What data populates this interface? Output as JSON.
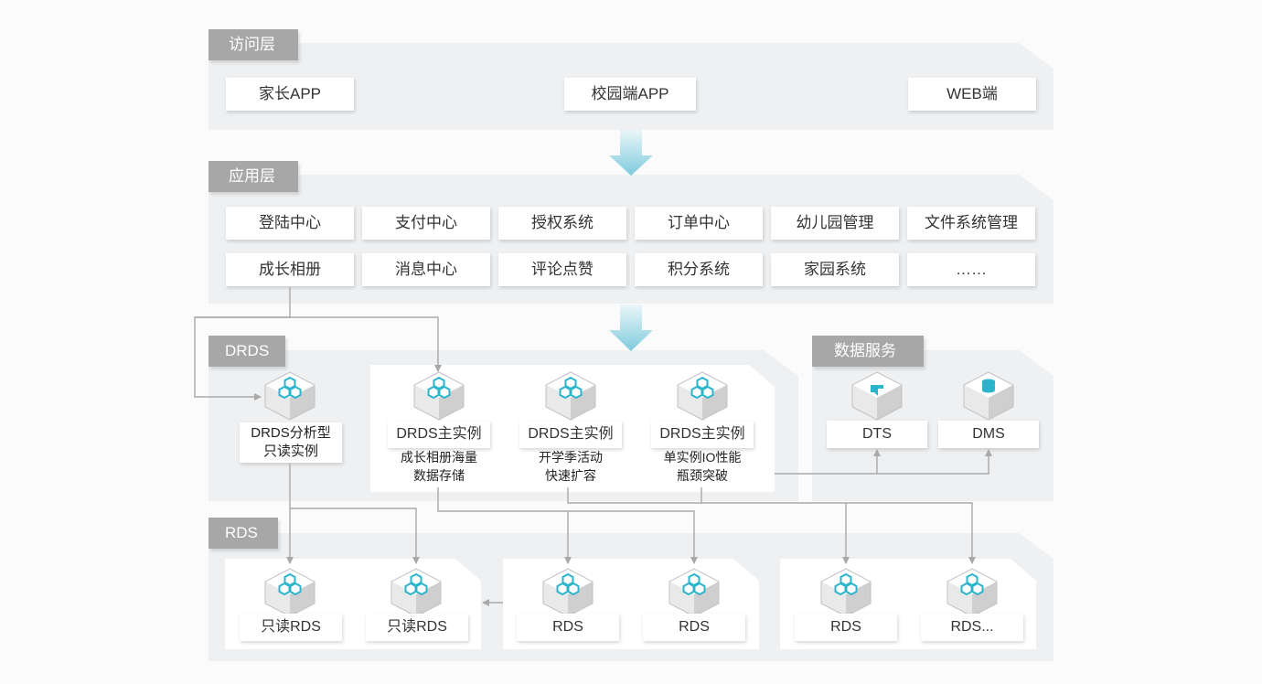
{
  "access_layer": {
    "title": "访问层",
    "items": [
      "家长APP",
      "校园端APP",
      "WEB端"
    ]
  },
  "app_layer": {
    "title": "应用层",
    "row1": [
      "登陆中心",
      "支付中心",
      "授权系统",
      "订单中心",
      "幼儿园管理",
      "文件系统管理"
    ],
    "row2": [
      "成长相册",
      "消息中心",
      "评论点赞",
      "积分系统",
      "家园系统",
      "……"
    ]
  },
  "drds_layer": {
    "title": "DRDS",
    "readonly_label": "DRDS分析型\n只读实例",
    "instances": [
      {
        "label": "DRDS主实例",
        "desc": "成长相册海量\n数据存储"
      },
      {
        "label": "DRDS主实例",
        "desc": "开学季活动\n快速扩容"
      },
      {
        "label": "DRDS主实例",
        "desc": "单实例IO性能\n瓶颈突破"
      }
    ]
  },
  "data_service": {
    "title": "数据服务",
    "items": [
      "DTS",
      "DMS"
    ]
  },
  "rds_layer": {
    "title": "RDS",
    "items": [
      "只读RDS",
      "只读RDS",
      "RDS",
      "RDS",
      "RDS",
      "RDS..."
    ]
  },
  "colors": {
    "arrow": "#7fcbdc",
    "icon_accent": "#2bb5cd",
    "tag": "#a7a7a7",
    "connector": "#a9a9a9"
  }
}
